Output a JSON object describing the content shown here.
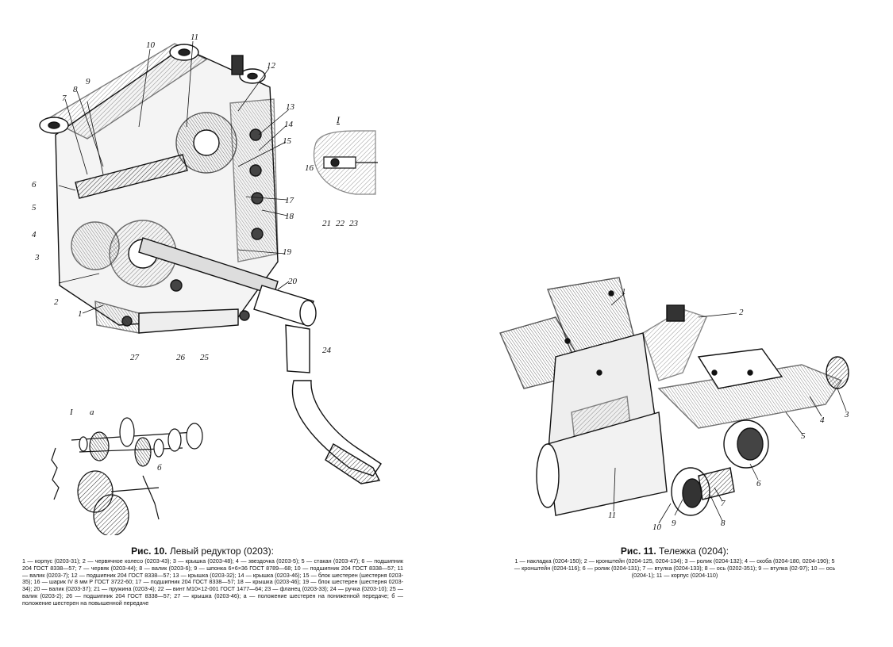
{
  "fig10": {
    "title_label": "Рис. 10.",
    "title_text": "Левый редуктор (0203):",
    "legend": "1 — корпус (0203-31); 2 — червячное колесо (0203-43); 3 — крышка (0203-48); 4 — звездочка (0203-5); 5 — стакан (0203-47); 6 — подшипник 204 ГОСТ 8338—57; 7 — червяк (0203-44); 8 — валик (0203-6); 9 — шпонка 6×6×36 ГОСТ 8789—68; 10 — подшипник 204 ГОСТ 8338—57; 11 — валик (0203-7); 12 — подшипник 204 ГОСТ 8338—57; 13 — крышка (0203-32); 14 — крышка (0203-46); 15 — блок шестерен (шестерня 0203-35); 16 — шарик IV 8 мм Р ГОСТ 3722-60; 17 — подшипник 204 ГОСТ 8338—57; 18 — крышка (0203-46); 19 — блок шестерен (шестерня 0203-34); 20 — валик (0203-37); 21 — пружина (0203-4); 22 — винт М10×12-001 ГОСТ 1477—64; 23 — фланец (0203-33); 24 — ручка (0203-10); 25 — валик (0203-2); 26 — подшипник 204 ГОСТ 8338—57; 27 — крышка (0203-46); а — положение шестерен на пониженной передаче; б — положение шестерен на повышенной передаче",
    "callouts": [
      "10",
      "11",
      "12",
      "13",
      "14",
      "15",
      "16",
      "17",
      "18",
      "19",
      "20",
      "24",
      "25",
      "26",
      "27",
      "1",
      "2",
      "3",
      "4",
      "5",
      "6",
      "7",
      "8",
      "9"
    ],
    "detail_label": "I",
    "detail_callouts": [
      "16",
      "21",
      "22",
      "23"
    ],
    "scheme_labels": [
      "I",
      "а",
      "б"
    ]
  },
  "fig11": {
    "title_label": "Рис. 11.",
    "title_text": "Тележка (0204):",
    "legend": "1 — накладка (0204-150); 2 — кронштейн (0204-125, 0204-134); 3 — ролик (0204-132); 4 — скоба (0204-180, 0204-190); 5 — кронштейн (0204-116); 6 — ролик (0204-131); 7 — втулка (0204-133); 8 — ось (0202-351); 9 — втулка (02-97); 10 — ось (0204-1); 11 — корпус (0204-110)",
    "callouts": [
      "1",
      "2",
      "3",
      "4",
      "5",
      "6",
      "7",
      "8",
      "9",
      "10",
      "11"
    ]
  }
}
